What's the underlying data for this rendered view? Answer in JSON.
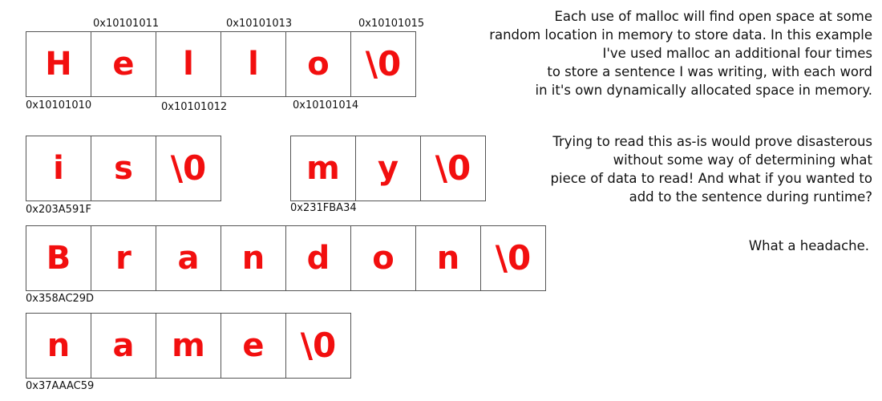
{
  "row_hello": {
    "chars": [
      "H",
      "e",
      "l",
      "l",
      "o",
      "\\0"
    ],
    "addr_top": [
      "0x10101011",
      "0x10101013",
      "0x10101015"
    ],
    "addr_bottom": [
      "0x10101010",
      "0x10101012",
      "0x10101014"
    ]
  },
  "row_is": {
    "chars": [
      "i",
      "s",
      "\\0"
    ],
    "addr": "0x203A591F"
  },
  "row_my": {
    "chars": [
      "m",
      "y",
      "\\0"
    ],
    "addr": "0x231FBA34"
  },
  "row_brandon": {
    "chars": [
      "B",
      "r",
      "a",
      "n",
      "d",
      "o",
      "n",
      "\\0"
    ],
    "addr": "0x358AC29D"
  },
  "row_name": {
    "chars": [
      "n",
      "a",
      "m",
      "e",
      "\\0"
    ],
    "addr": "0x37AAAC59"
  },
  "explanation": {
    "para1": [
      "Each use of malloc will find open space at some",
      "random location in memory to store data. In this example",
      "I've used malloc an additional four times",
      "to store a sentence I was writing, with each word",
      "in it's own dynamically allocated space in memory."
    ],
    "para2": [
      "Trying to read this as-is would prove disasterous",
      "without some way of determining what",
      "piece of data to read! And what if you wanted to",
      "add to the sentence during runtime?"
    ],
    "para3": "What a headache."
  },
  "colors": {
    "char": "#f20f0f",
    "border": "#555555",
    "text": "#111111"
  }
}
